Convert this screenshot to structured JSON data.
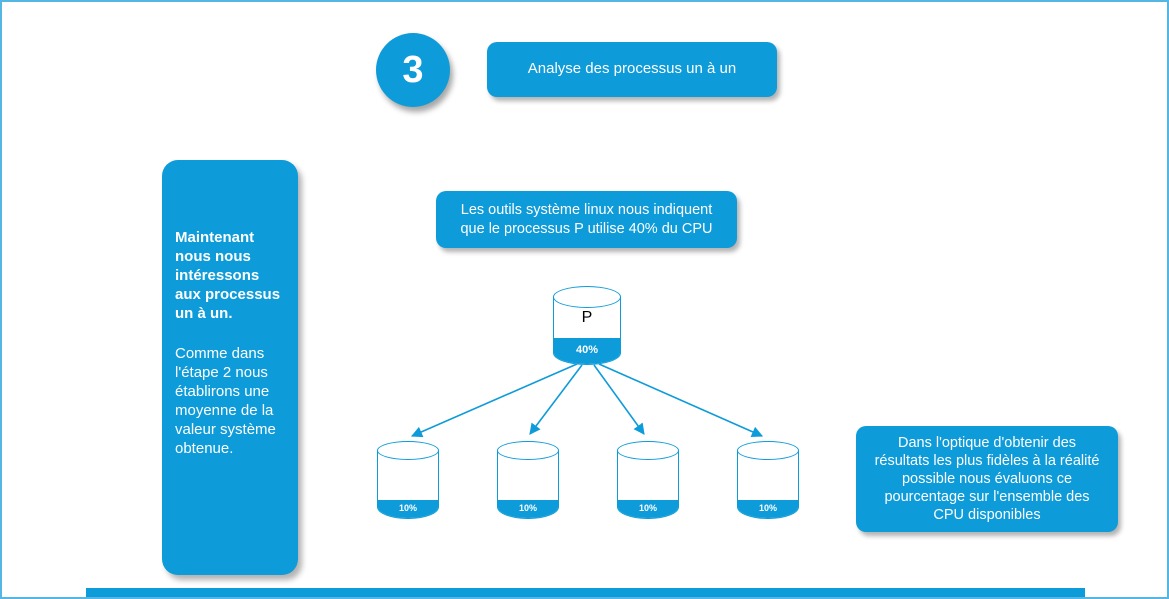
{
  "colors": {
    "primary": "#0d9bd9",
    "page_border": "#56b6e3"
  },
  "step": {
    "number": "3",
    "title": "Analyse des processus un à un"
  },
  "left_panel": {
    "bold_text": "Maintenant nous nous intéressons aux processus un à un.",
    "body_text": "Comme dans l'étape 2 nous établirons une moyenne de la valeur système obtenue."
  },
  "info_box": {
    "text": "Les outils système linux nous indiquent que le processus P utilise 40% du CPU"
  },
  "main_cylinder": {
    "label": "P",
    "value": "40%"
  },
  "cpu_cylinders": [
    {
      "value": "10%"
    },
    {
      "value": "10%"
    },
    {
      "value": "10%"
    },
    {
      "value": "10%"
    }
  ],
  "right_box": {
    "text": "Dans l'optique d'obtenir des résultats les plus fidèles à la réalité possible nous évaluons ce pourcentage sur l'ensemble des CPU disponibles"
  }
}
